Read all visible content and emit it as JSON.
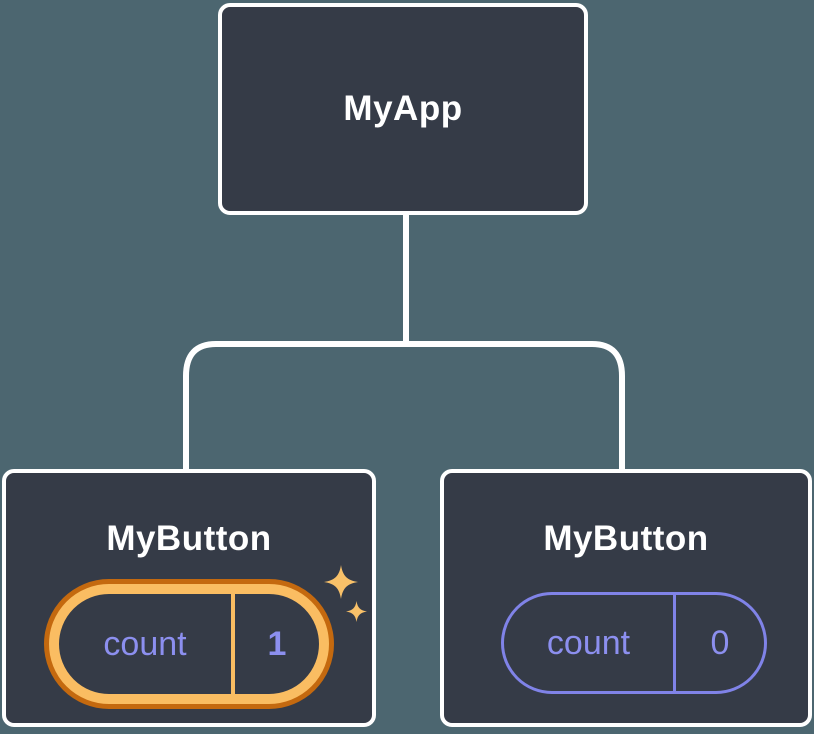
{
  "diagram": {
    "title": "component-state-tree",
    "root": {
      "label": "MyApp"
    },
    "children": [
      {
        "label": "MyButton",
        "state": {
          "name": "count",
          "value": "1"
        },
        "highlighted": true,
        "note": "updated state, shown with gold glow and sparkles"
      },
      {
        "label": "MyButton",
        "state": {
          "name": "count",
          "value": "0"
        },
        "highlighted": false
      }
    ]
  },
  "colors": {
    "background": "#4C6670",
    "node_fill": "#353B47",
    "node_border": "#FFFFFF",
    "connector": "#FFFFFF",
    "state_border": "#8083E8",
    "state_text": "#8C8FEF",
    "highlight_gold": "#FABD62",
    "highlight_dark_orange": "#C4690F",
    "sparkle": "#F9C169"
  }
}
